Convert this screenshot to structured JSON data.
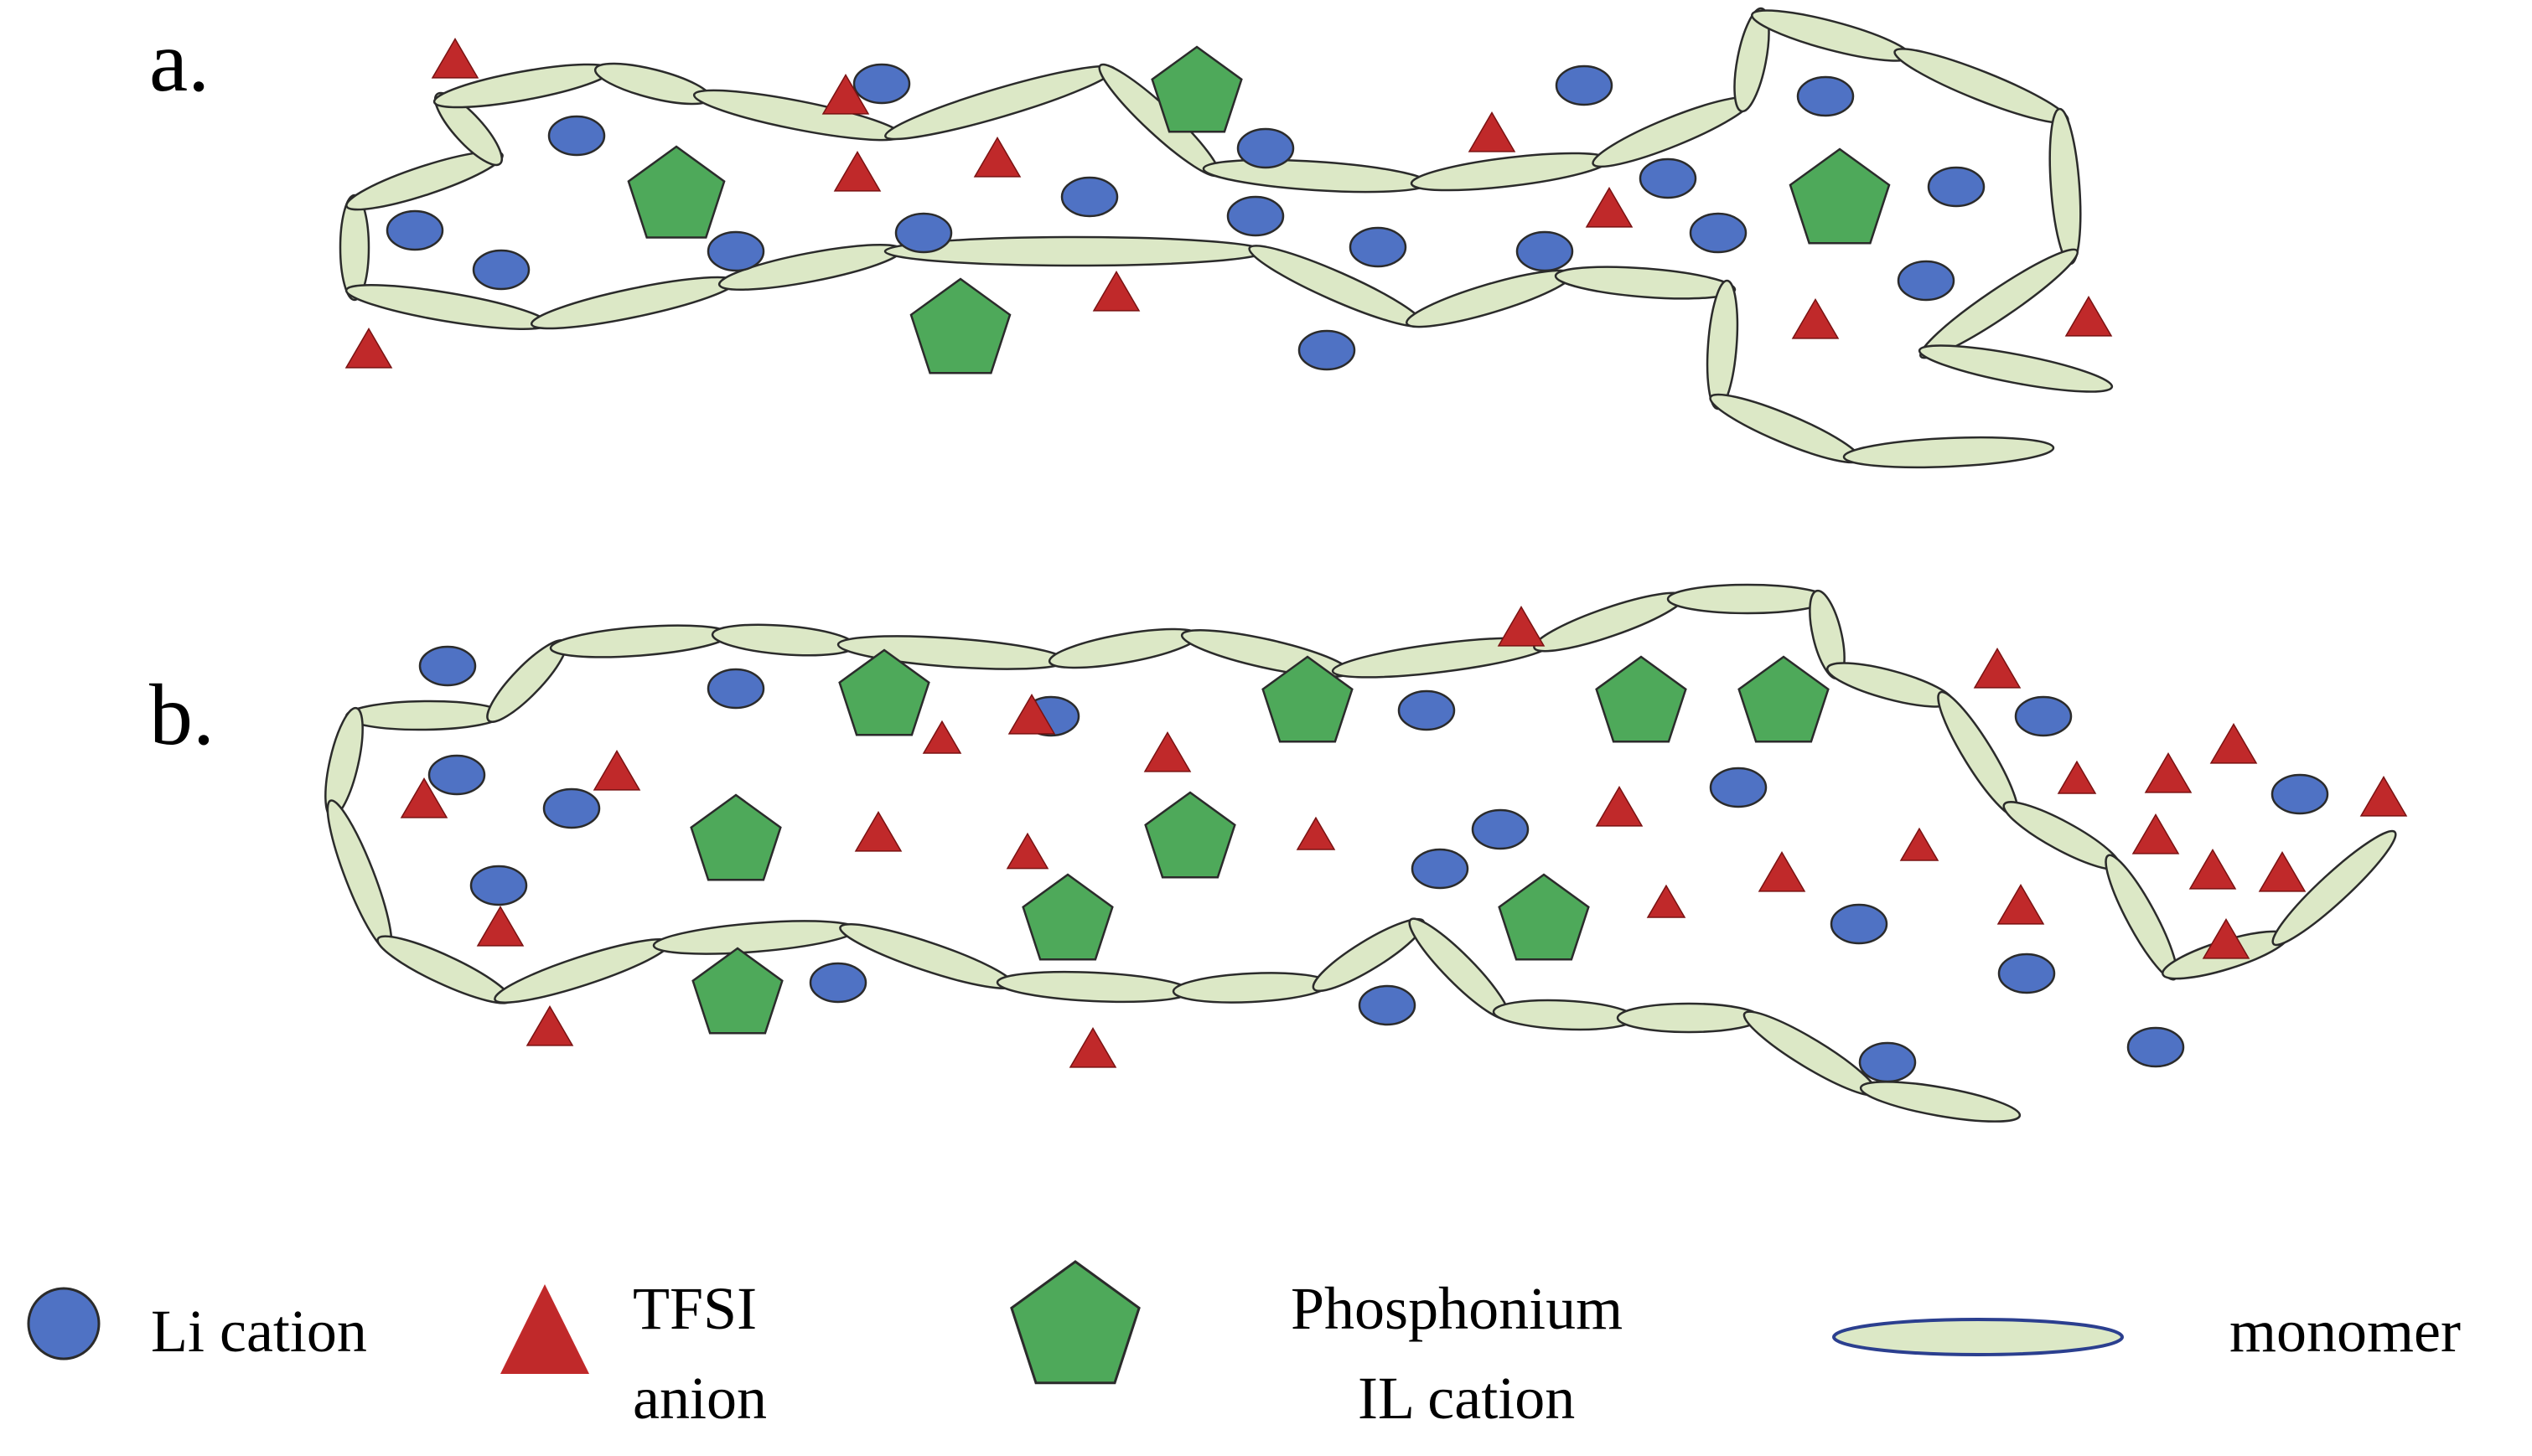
{
  "panels": [
    {
      "label": "a."
    },
    {
      "label": "b."
    }
  ],
  "legend": [
    {
      "shape": "circle",
      "label_lines": [
        "Li cation"
      ]
    },
    {
      "shape": "triangle",
      "label_lines": [
        "TFSI",
        "anion"
      ]
    },
    {
      "shape": "pentagon",
      "label_lines": [
        "Phosphonium",
        "IL cation"
      ]
    },
    {
      "shape": "ellipse",
      "label_lines": [
        "monomer"
      ]
    }
  ],
  "colors": {
    "li_cation": "#4f72c4",
    "tfsi_anion": "#c0292a",
    "il_cation": "#4ea95a",
    "monomer_fill": "#dce8c6",
    "outline": "#2b2b2b",
    "legend_monomer_outline": "#2b3f8f"
  }
}
